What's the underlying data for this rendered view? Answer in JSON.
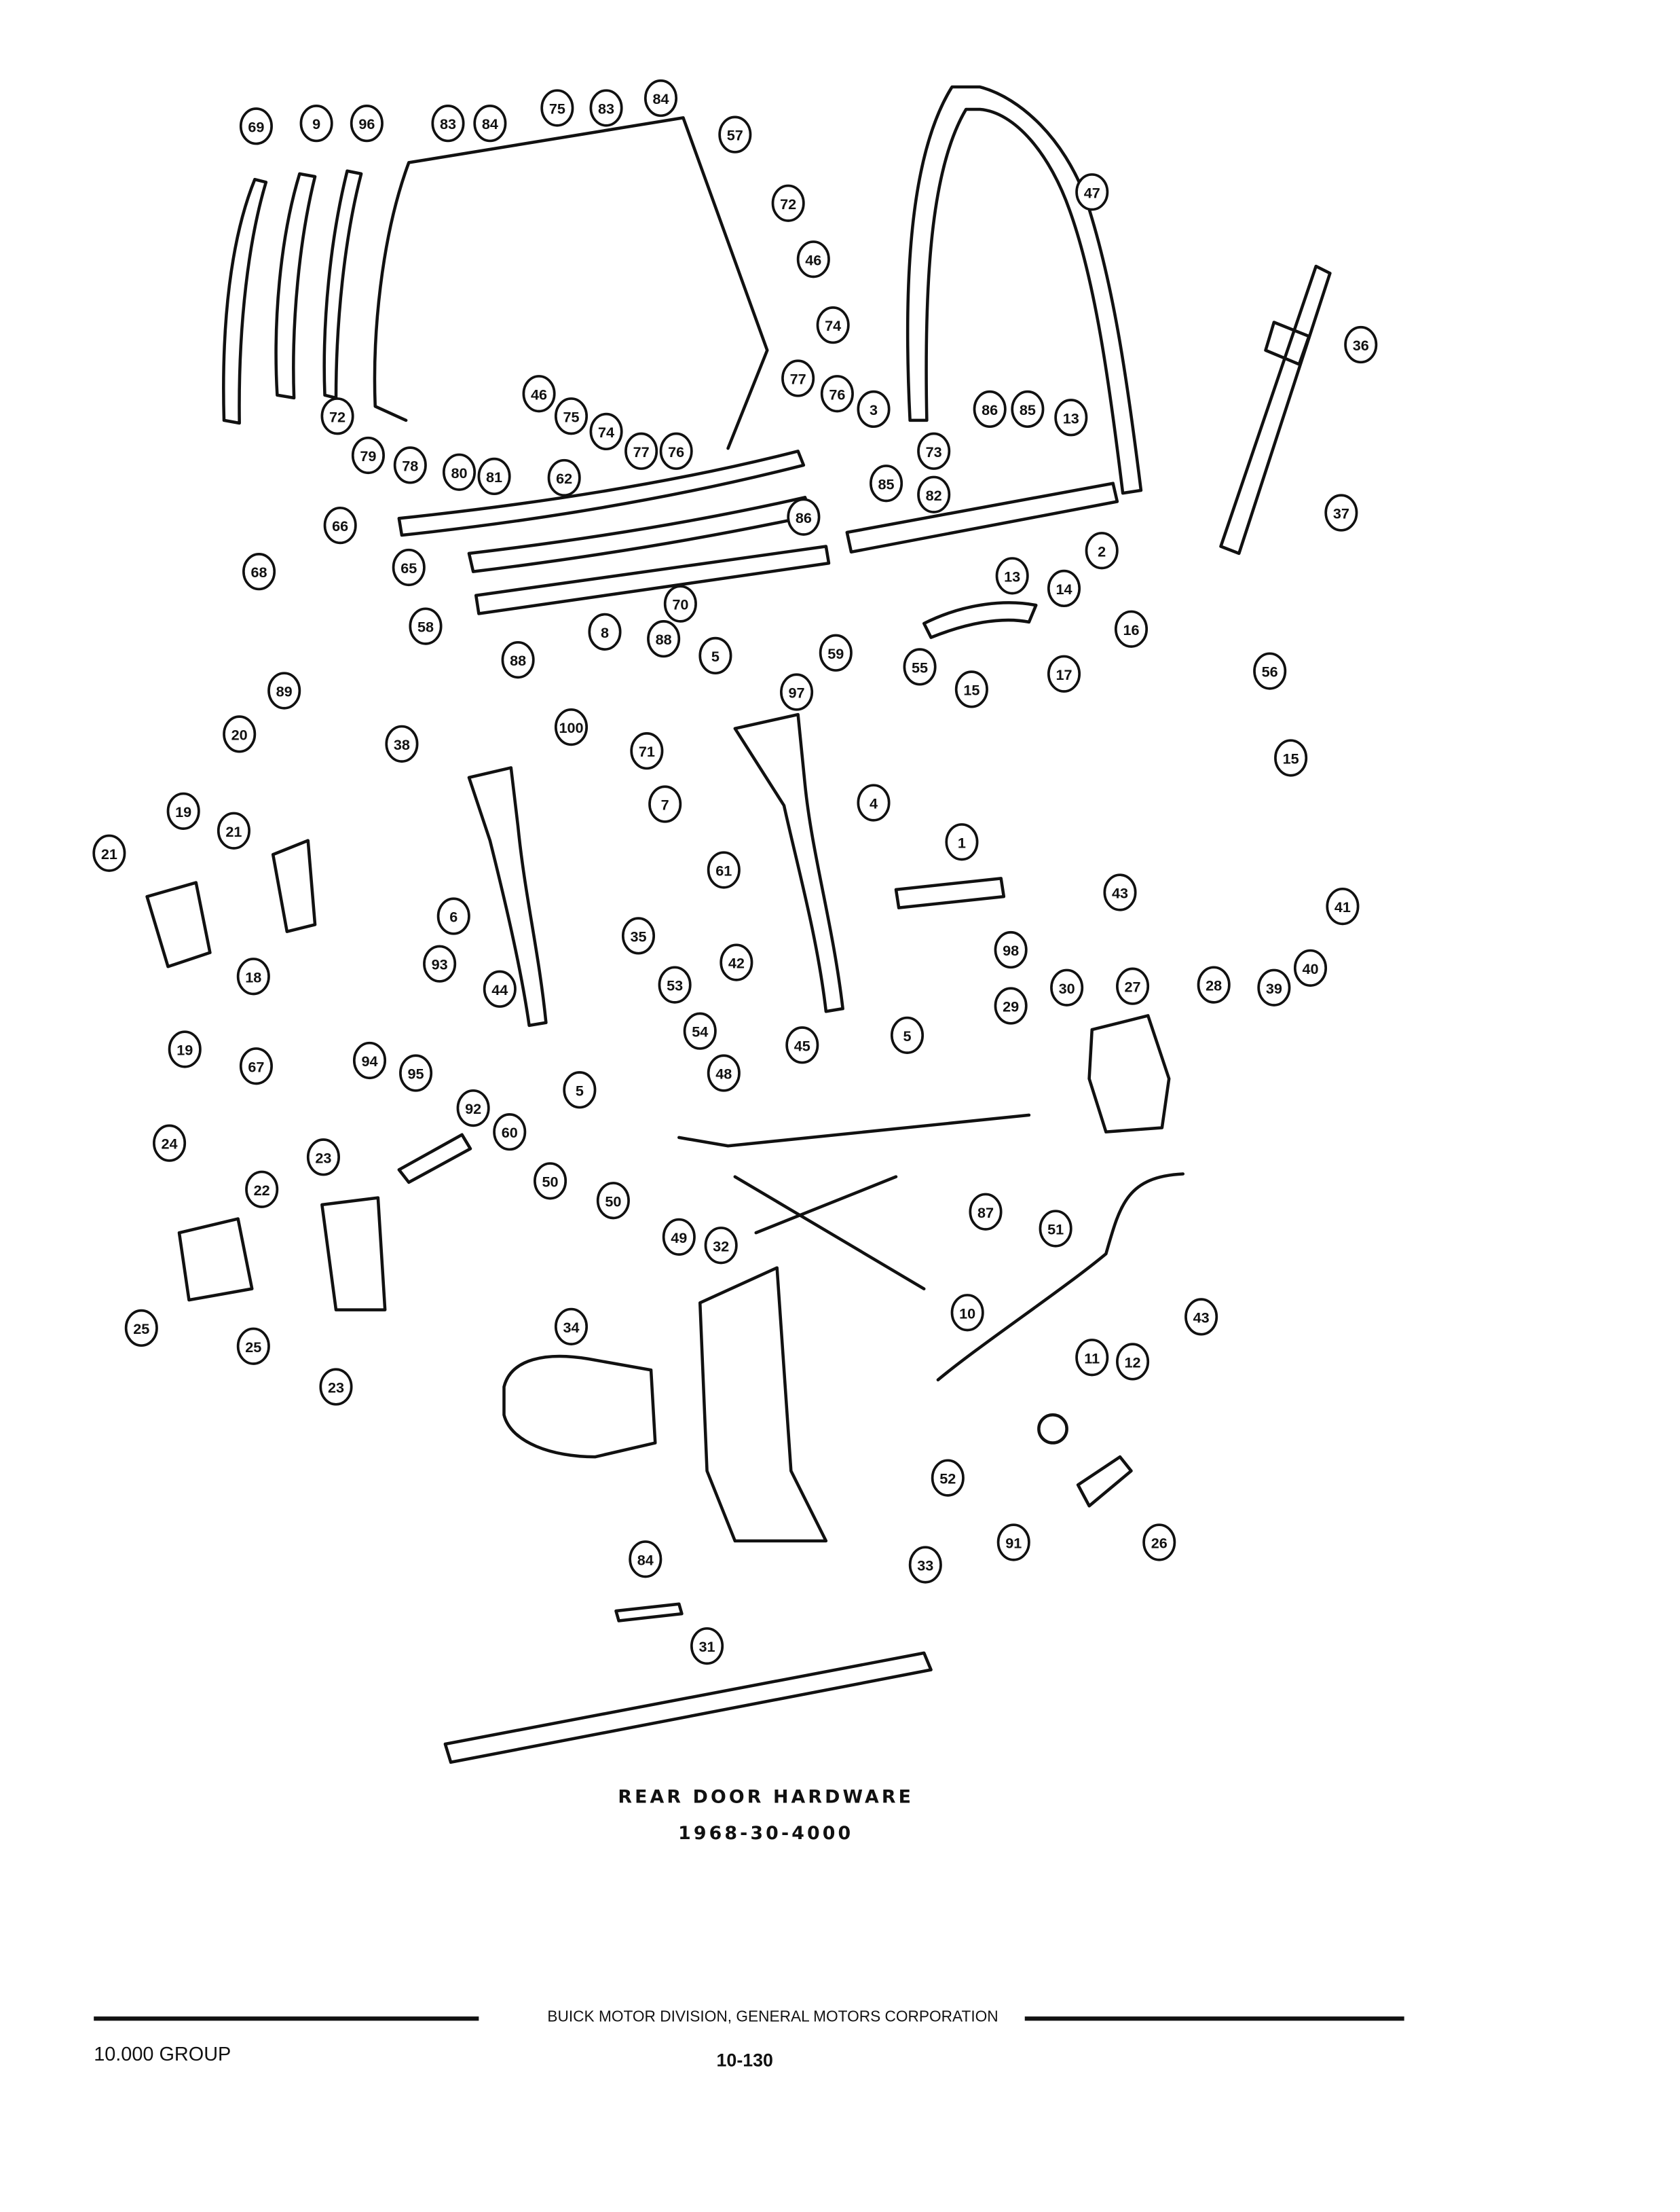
{
  "diagram": {
    "title": "REAR DOOR HARDWARE",
    "code": "1968-30-4000",
    "callouts": [
      "69",
      "9",
      "96",
      "83",
      "84",
      "75",
      "83",
      "84",
      "57",
      "72",
      "46",
      "74",
      "72",
      "46",
      "75",
      "74",
      "77",
      "76",
      "79",
      "78",
      "80",
      "81",
      "62",
      "77",
      "76",
      "3",
      "73",
      "85",
      "82",
      "86",
      "85",
      "13",
      "47",
      "36",
      "37",
      "2",
      "86",
      "66",
      "65",
      "8",
      "68",
      "89",
      "58",
      "88",
      "70",
      "88",
      "97",
      "59",
      "5",
      "13",
      "14",
      "16",
      "55",
      "15",
      "17",
      "56",
      "15",
      "20",
      "38",
      "100",
      "71",
      "7",
      "4",
      "19",
      "21",
      "21",
      "61",
      "1",
      "43",
      "41",
      "6",
      "35",
      "42",
      "98",
      "18",
      "93",
      "44",
      "53",
      "45",
      "5",
      "29",
      "30",
      "27",
      "28",
      "39",
      "40",
      "19",
      "54",
      "48",
      "94",
      "95",
      "92",
      "67",
      "5",
      "60",
      "50",
      "50",
      "24",
      "23",
      "22",
      "49",
      "87",
      "51",
      "32",
      "10",
      "43",
      "34",
      "11",
      "12",
      "25",
      "25",
      "23",
      "52",
      "91",
      "26",
      "33",
      "84",
      "31"
    ]
  },
  "footer": {
    "publisher": "BUICK MOTOR DIVISION, GENERAL MOTORS CORPORATION",
    "group": "10.000 GROUP",
    "page": "10-130"
  }
}
